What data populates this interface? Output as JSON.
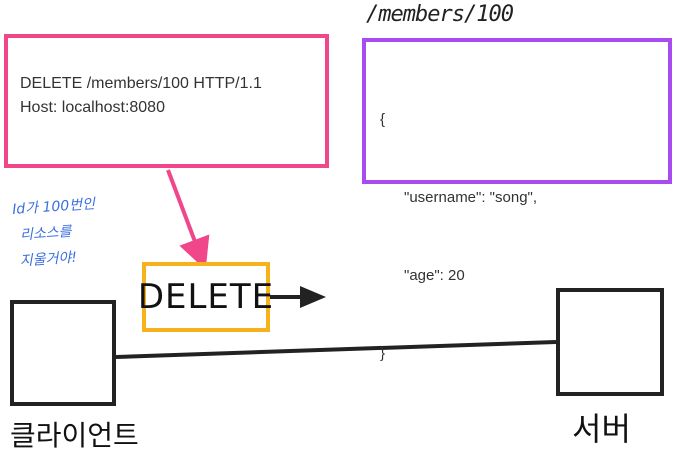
{
  "request": {
    "line": "DELETE /members/100 HTTP/1.1",
    "host": "Host: localhost:8080"
  },
  "resource": {
    "title": "/members/100",
    "json_open": "{",
    "json_username": "\"username\": \"song\",",
    "json_age": "\"age\": 20",
    "json_close": "}"
  },
  "note": {
    "line1": "Id가 100번인",
    "line2": "리소스를",
    "line3": "지울거야!"
  },
  "method": {
    "label": "DELETE"
  },
  "client": {
    "label": "클라이언트"
  },
  "server": {
    "label": "서버"
  },
  "colors": {
    "request_border": "#f0468a",
    "resource_border": "#a84cf2",
    "method_border": "#f6b11c",
    "note_text": "#3a6fe0",
    "line": "#222222"
  }
}
